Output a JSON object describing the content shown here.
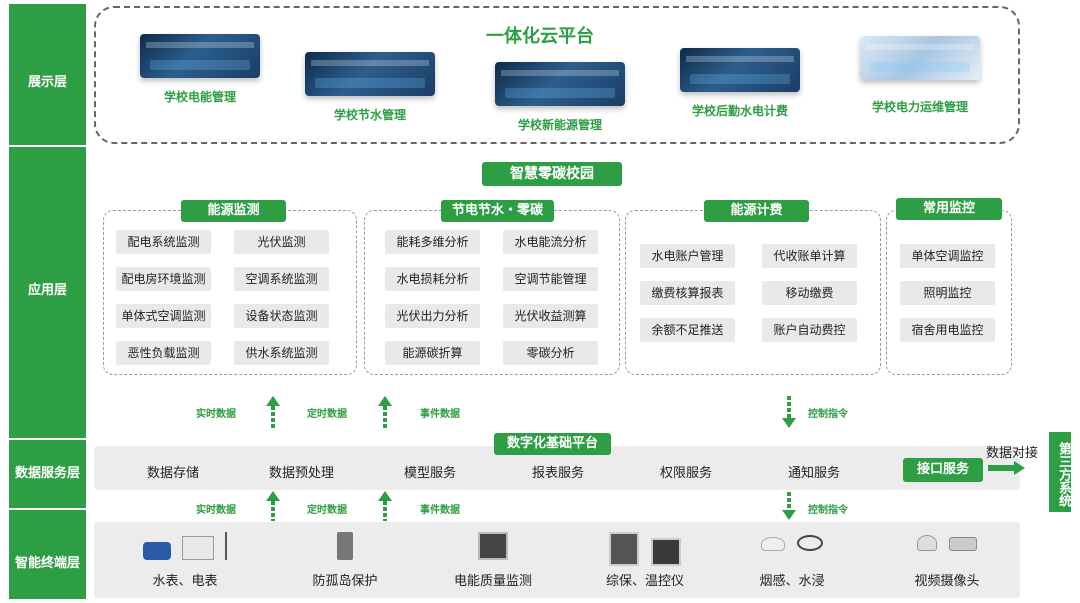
{
  "layers": {
    "display": "展示层",
    "application": "应用层",
    "data_service": "数据服务层",
    "terminal": "智能终端层"
  },
  "display": {
    "title": "一体化云平台",
    "items": [
      "学校电能管理",
      "学校节水管理",
      "学校新能源管理",
      "学校后勤水电计费",
      "学校电力运维管理"
    ]
  },
  "application": {
    "title": "智慧零碳校园",
    "panels": [
      {
        "title": "能源监测",
        "cells": [
          "配电系统监测",
          "光伏监测",
          "配电房环境监测",
          "空调系统监测",
          "单体式空调监测",
          "设备状态监测",
          "恶性负载监测",
          "供水系统监测"
        ]
      },
      {
        "title": "节电节水・零碳",
        "cells": [
          "能耗多维分析",
          "水电能流分析",
          "水电损耗分析",
          "空调节能管理",
          "光伏出力分析",
          "光伏收益测算",
          "能源碳折算",
          "零碳分析"
        ]
      },
      {
        "title": "能源计费",
        "cells": [
          "水电账户管理",
          "代收账单计算",
          "缴费核算报表",
          "移动缴费",
          "余额不足推送",
          "账户自动费控"
        ]
      },
      {
        "title": "常用监控",
        "cells": [
          "单体空调监控",
          "照明监控",
          "宿舍用电监控"
        ]
      }
    ]
  },
  "arrows": {
    "realtime": "实时数据",
    "scheduled": "定时数据",
    "event": "事件数据",
    "control": "控制指令"
  },
  "data_service": {
    "title": "数字化基础平台",
    "services": [
      "数据存储",
      "数据预处理",
      "模型服务",
      "报表服务",
      "权限服务",
      "通知服务"
    ],
    "interface": "接口服务",
    "dock": "数据对接",
    "third_party": "第三方系统"
  },
  "terminal": {
    "items": [
      "水表、电表",
      "防孤岛保护",
      "电能质量监测",
      "综保、温控仪",
      "烟感、水浸",
      "视频摄像头"
    ]
  },
  "colors": {
    "accent": "#2e9e44",
    "cell_bg": "#e9e9e9"
  }
}
